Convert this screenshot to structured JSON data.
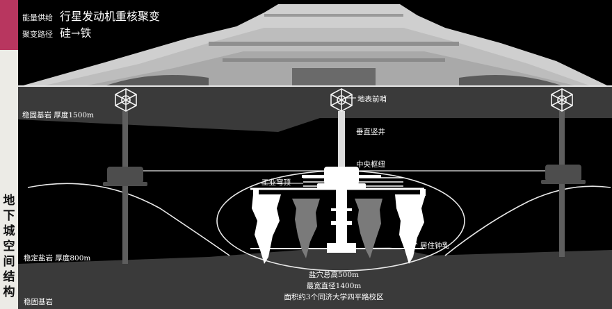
{
  "header": {
    "row1_label": "能量供给",
    "row1_value": "行星发动机重核聚变",
    "row2_label": "聚变路径",
    "row2_value": "硅→铁"
  },
  "side_title": [
    "地",
    "下",
    "城",
    "空",
    "间",
    "结",
    "构"
  ],
  "labels": {
    "bedrock_top": "稳固基岩 厚度1500m",
    "surface_sentry": "地表前哨",
    "vertical_shaft": "垂直竖井",
    "central_hub": "中央枢纽",
    "industrial_dome": "工业穹顶",
    "stalactite": "居住钟乳",
    "salt_rock": "稳定盐岩 厚度800m",
    "bedrock_bottom": "稳固基岩"
  },
  "cave_stats": [
    "盐穴总高500m",
    "最宽直径1400m",
    "面积约3个同济大学四平路校区"
  ],
  "colors": {
    "accent": "#b8365f",
    "sidebar": "#ecebe6",
    "rock": "#3a3a3a"
  }
}
